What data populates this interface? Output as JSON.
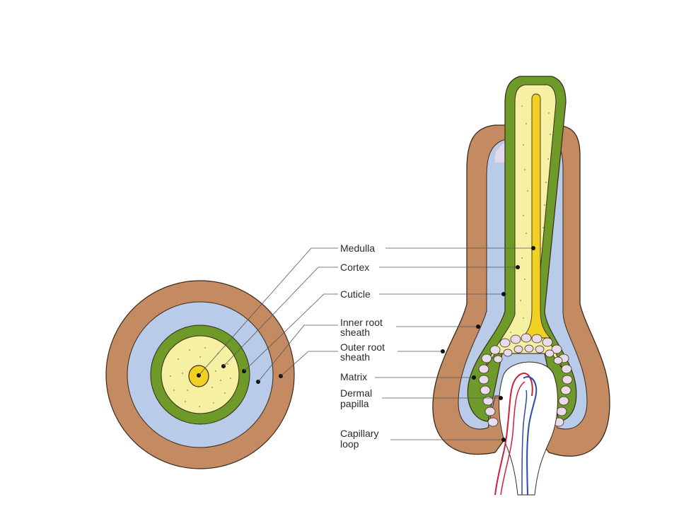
{
  "labels": {
    "medulla": "Medulla",
    "cortex": "Cortex",
    "cuticle": "Cuticle",
    "inner_root_sheath_1": "Inner root",
    "inner_root_sheath_2": "sheath",
    "outer_root_sheath_1": "Outer root",
    "outer_root_sheath_2": "sheath",
    "matrix": "Matrix",
    "dermal_papilla_1": "Dermal",
    "dermal_papilla_2": "papilla",
    "capillary_loop_1": "Capillary",
    "capillary_loop_2": "loop"
  },
  "colors": {
    "outer_root_sheath": "#c48a62",
    "inner_root_sheath": "#b8cbe8",
    "cuticle": "#6e9a2a",
    "cortex": "#f6f1a2",
    "medulla": "#f0d020",
    "matrix_cell": "#e8dceb",
    "artery": "#d0203a",
    "vein": "#2a4aa8",
    "outline": "#3a2a1a"
  }
}
